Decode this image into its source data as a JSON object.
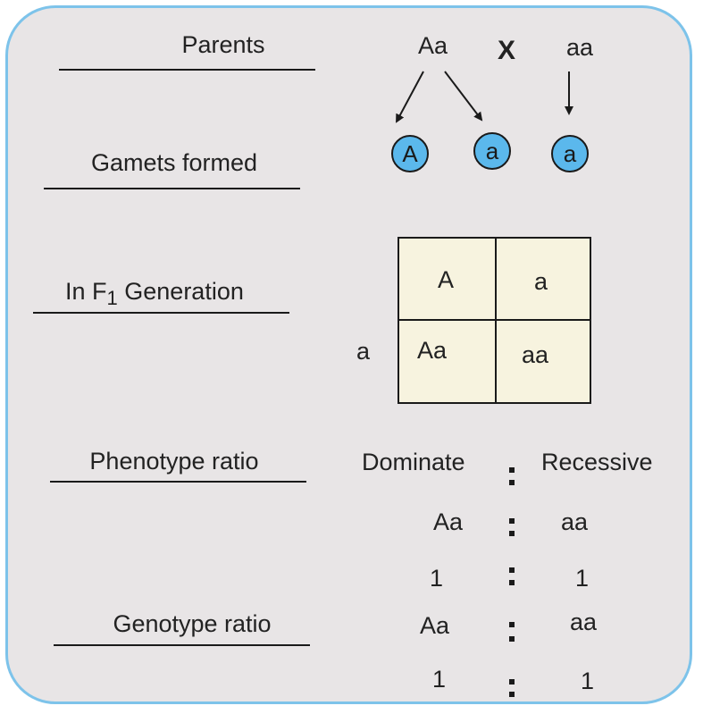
{
  "labels": {
    "parents": "Parents",
    "gametes": "Gamets formed",
    "f1_prefix": "In F",
    "f1_sub": "1",
    "f1_suffix": " Generation",
    "phenotype": "Phenotype ratio",
    "genotype": "Genotype ratio"
  },
  "cross": {
    "parent1": "Aa",
    "symbol": "X",
    "parent2": "aa"
  },
  "gametes": [
    "A",
    "a",
    "a"
  ],
  "punnett": {
    "col_headers": [
      "A",
      "a"
    ],
    "row_header": "a",
    "cells": [
      "Aa",
      "aa"
    ]
  },
  "phenotype": {
    "left_title": "Dominate",
    "right_title": "Recessive",
    "left_genotype": "Aa",
    "right_genotype": "aa",
    "left_count": "1",
    "right_count": "1"
  },
  "genotype": {
    "left_genotype": "Aa",
    "right_genotype": "aa",
    "left_count": "1",
    "right_count": "1"
  },
  "colors": {
    "frame": "#7dc3ea",
    "background": "#e8e5e6",
    "gamete_fill": "#5bb8ec",
    "grid_fill": "#f7f3df"
  }
}
